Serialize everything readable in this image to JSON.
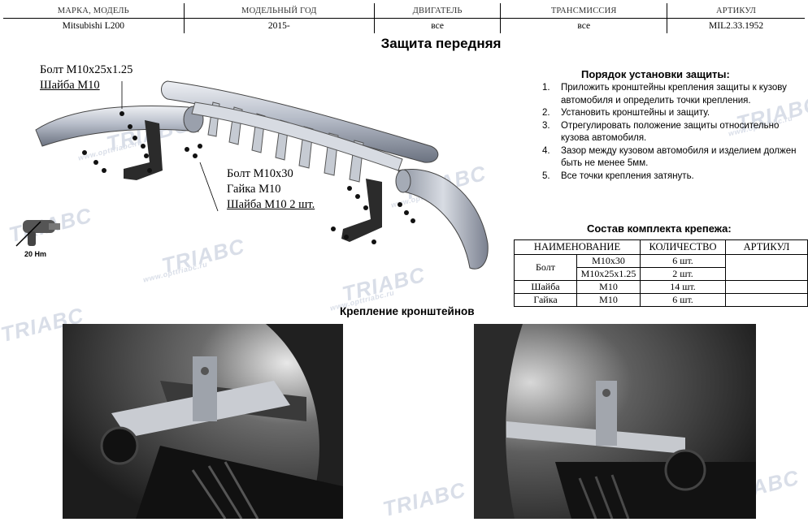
{
  "header": {
    "columns": [
      "МАРКА, МОДЕЛЬ",
      "МОДЕЛЬНЫЙ ГОД",
      "ДВИГАТЕЛЬ",
      "ТРАНСМИССИЯ",
      "АРТИКУЛ"
    ],
    "values": [
      "Mitsubishi L200",
      "2015-",
      "все",
      "все",
      "MIL2.33.1952"
    ]
  },
  "title": "Защита передняя",
  "diagram": {
    "label_left_bolt": "Болт M10x25x1.25",
    "label_left_washer": "Шайба M10",
    "label_mid_bolt": "Болт M10x30",
    "label_mid_nut": "Гайка M10",
    "label_mid_washer": "Шайба M10 2 шт.",
    "torque": "20 Нm"
  },
  "install": {
    "title": "Порядок установки защиты:",
    "steps": [
      {
        "num": "1.",
        "text": "Приложить кронштейны крепления защиты к кузову автомобиля и определить точки крепления."
      },
      {
        "num": "2.",
        "text": "Установить кронштейны и защиту."
      },
      {
        "num": "3.",
        "text": "Отрегулировать положение защиты относительно кузова автомобиля."
      },
      {
        "num": "4.",
        "text": "Зазор между кузовом автомобиля и изделием должен быть не менее 5мм."
      },
      {
        "num": "5.",
        "text": "Все точки крепления затянуть."
      }
    ]
  },
  "kit": {
    "title": "Состав комплекта крепежа:",
    "headers": [
      "НАИМЕНОВАНИЕ",
      "КОЛИЧЕСТВО",
      "АРТИКУЛ"
    ],
    "rows": [
      {
        "name": "Болт",
        "spec1": "M10x30",
        "qty1": "6 шт.",
        "spec2": "M10x25x1.25",
        "qty2": "2 шт.",
        "art": ""
      },
      {
        "name": "Шайба",
        "spec": "M10",
        "qty": "14 шт.",
        "art": ""
      },
      {
        "name": "Гайка",
        "spec": "M10",
        "qty": "6 шт.",
        "art": ""
      }
    ]
  },
  "photos": {
    "title": "Крепление кронштейнов"
  },
  "watermark": {
    "brand": "TRIABC",
    "site": "www.opttriabc.ru"
  }
}
